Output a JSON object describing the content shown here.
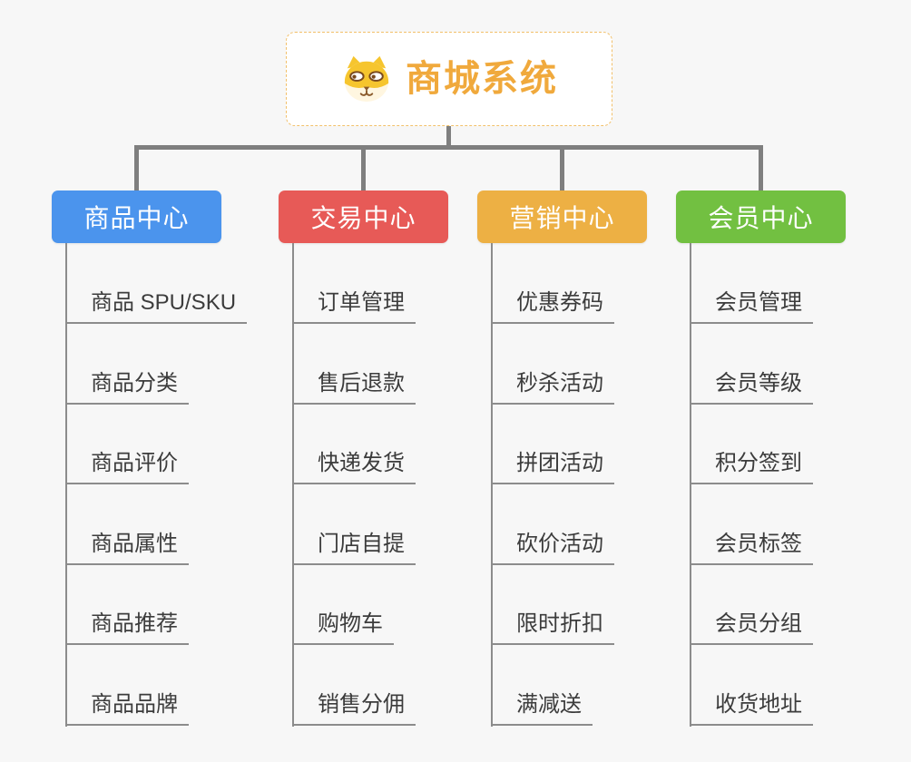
{
  "root": {
    "title": "商城系统",
    "icon": "dog-face-icon"
  },
  "branches": [
    {
      "label": "商品中心",
      "color": "#4b94ed",
      "items": [
        "商品 SPU/SKU",
        "商品分类",
        "商品评价",
        "商品属性",
        "商品推荐",
        "商品品牌"
      ]
    },
    {
      "label": "交易中心",
      "color": "#e75a57",
      "items": [
        "订单管理",
        "售后退款",
        "快递发货",
        "门店自提",
        "购物车",
        "销售分佣"
      ]
    },
    {
      "label": "营销中心",
      "color": "#edb044",
      "items": [
        "优惠券码",
        "秒杀活动",
        "拼团活动",
        "砍价活动",
        "限时折扣",
        "满减送"
      ]
    },
    {
      "label": "会员中心",
      "color": "#72c041",
      "items": [
        "会员管理",
        "会员等级",
        "积分签到",
        "会员标签",
        "会员分组",
        "收货地址"
      ]
    }
  ],
  "colors": {
    "root_accent": "#f0a93c",
    "root_border": "#f2c06a",
    "connector": "#7f7f7f",
    "leaf_line": "#8c8c8c",
    "leaf_text": "#3c3c3c",
    "background": "#f7f7f7"
  }
}
